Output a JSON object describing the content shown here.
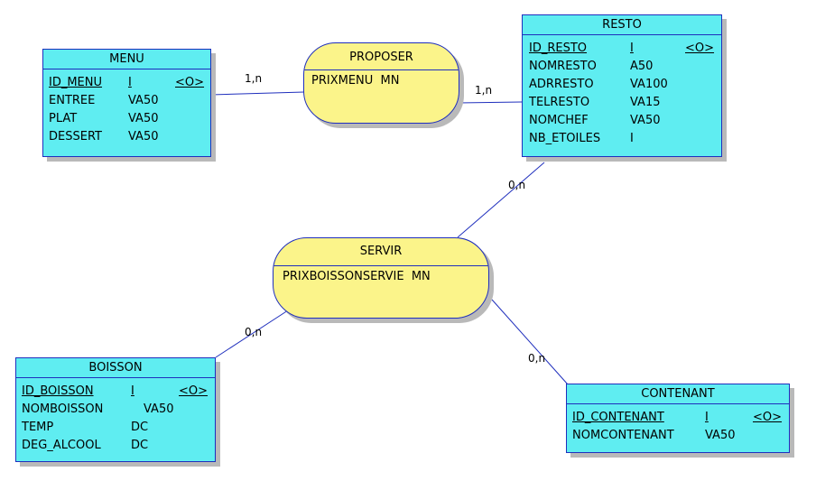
{
  "colors": {
    "entity_fill": "#5fedf1",
    "association_fill": "#fbf48a",
    "border": "#1f2fbd",
    "shadow": "#b9b9b9"
  },
  "entities": {
    "menu": {
      "name": "MENU",
      "attributes": [
        {
          "name": "ID_MENU",
          "type": "I",
          "key": "<O>"
        },
        {
          "name": "ENTREE",
          "type": "VA50"
        },
        {
          "name": "PLAT",
          "type": "VA50"
        },
        {
          "name": "DESSERT",
          "type": "VA50"
        }
      ]
    },
    "resto": {
      "name": "RESTO",
      "attributes": [
        {
          "name": "ID_RESTO",
          "type": "I",
          "key": "<O>"
        },
        {
          "name": "NOMRESTO",
          "type": "A50"
        },
        {
          "name": "ADRRESTO",
          "type": "VA100"
        },
        {
          "name": "TELRESTO",
          "type": "VA15"
        },
        {
          "name": "NOMCHEF",
          "type": "VA50"
        },
        {
          "name": "NB_ETOILES",
          "type": "I"
        }
      ]
    },
    "boisson": {
      "name": "BOISSON",
      "attributes": [
        {
          "name": "ID_BOISSON",
          "type": "I",
          "key": "<O>"
        },
        {
          "name": "NOMBOISSON",
          "type": "VA50"
        },
        {
          "name": "TEMP",
          "type": "DC"
        },
        {
          "name": "DEG_ALCOOL",
          "type": "DC"
        }
      ]
    },
    "contenant": {
      "name": "CONTENANT",
      "attributes": [
        {
          "name": "ID_CONTENANT",
          "type": "I",
          "key": "<O>"
        },
        {
          "name": "NOMCONTENANT",
          "type": "VA50"
        }
      ]
    }
  },
  "associations": {
    "proposer": {
      "name": "PROPOSER",
      "attribute": "PRIXMENU  MN"
    },
    "servir": {
      "name": "SERVIR",
      "attribute": "PRIXBOISSONSERVIE  MN"
    }
  },
  "cardinalities": {
    "menu_proposer": "1,n",
    "proposer_resto": "1,n",
    "resto_servir": "0,n",
    "servir_boisson": "0,n",
    "servir_contenant": "0,n"
  }
}
